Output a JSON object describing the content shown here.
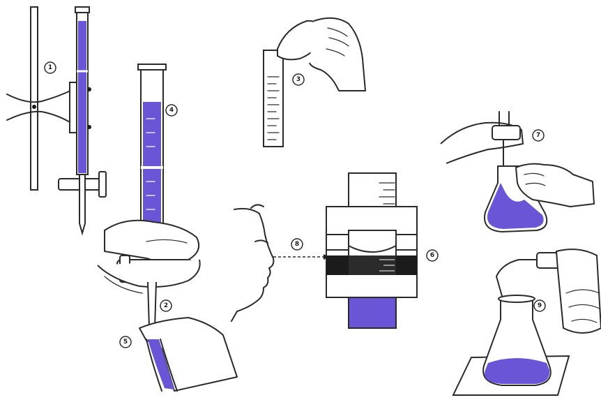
{
  "colors": {
    "liquid": "#6a55d6",
    "liquid_dark": "#4c3bb3",
    "outline": "#2a2a2a",
    "background": "#ffffff"
  },
  "step_markers": [
    "1",
    "2",
    "3",
    "4",
    "5",
    "6",
    "7",
    "8",
    "9"
  ]
}
